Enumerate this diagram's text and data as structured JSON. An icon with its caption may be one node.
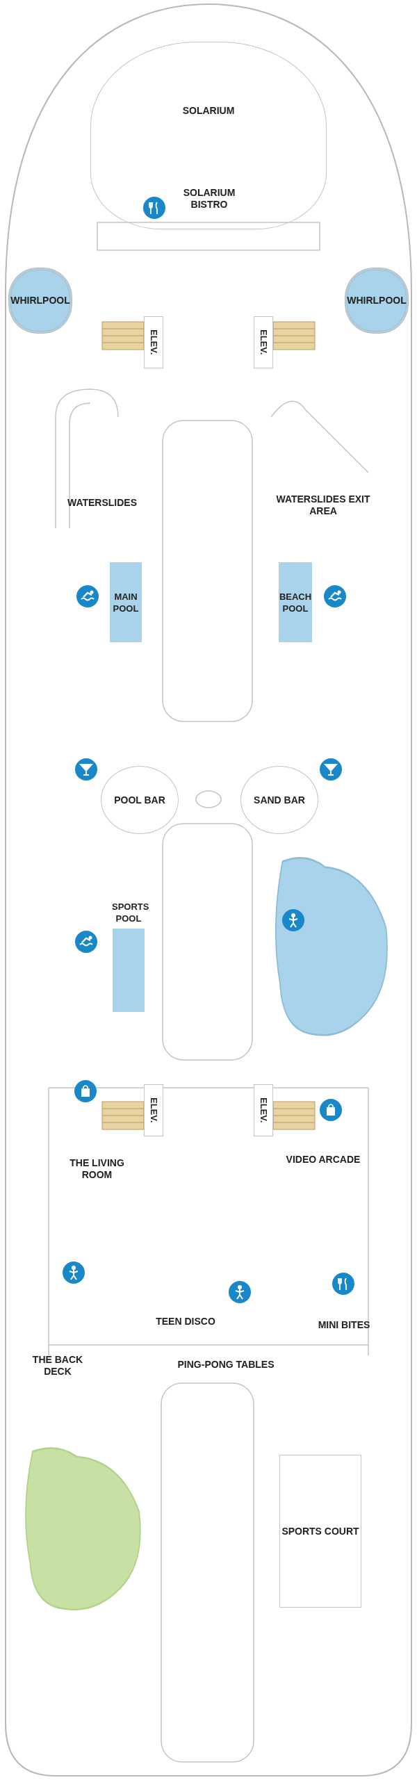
{
  "diagram": {
    "nodes": [
      {
        "text": [
          "SOLARIUM"
        ]
      },
      {
        "text": [
          "SOLARIUM BISTRO"
        ],
        "in": 0
      },
      {
        "text": [
          "WHIRLPOOL"
        ]
      },
      {
        "text": [
          "WHIRLPOOL"
        ]
      },
      {
        "text": [
          "ELEV."
        ]
      },
      {
        "text": [
          "ELEV."
        ]
      },
      {
        "text": [
          "MAIN POOL"
        ]
      },
      {
        "text": [
          "BEACH POOL"
        ]
      },
      {
        "text": [
          "POOL BAR"
        ]
      },
      {
        "text": [
          "SAND BAR"
        ]
      },
      {
        "text": [
          "SPORTS POOL"
        ]
      },
      {
        "text": [],
        "shape": "blob"
      },
      {
        "text": [
          "ELEV."
        ]
      },
      {
        "text": [
          "ELEV."
        ]
      },
      {
        "text": [
          "THE LIVING ROOM"
        ]
      },
      {
        "text": [
          "VIDEO ARCADE"
        ]
      },
      {
        "text": [
          "TEEN DISCO"
        ]
      },
      {
        "text": [
          "MINI BITES"
        ]
      },
      {
        "text": [],
        "shape": "blob"
      },
      {
        "text": [
          "SPORTS COURT"
        ]
      }
    ],
    "edges": [],
    "labels": [
      "WATERSLIDES",
      "WATERSLIDES EXIT AREA",
      "THE BACK DECK",
      "PING-PONG TABLES"
    ]
  }
}
